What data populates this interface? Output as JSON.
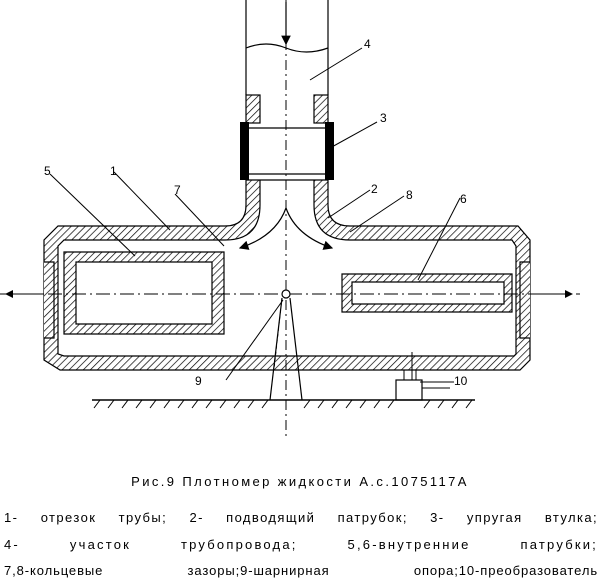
{
  "labels": {
    "l1": "1",
    "l2": "2",
    "l3": "3",
    "l4": "4",
    "l5": "5",
    "l6": "6",
    "l7": "7",
    "l8": "8",
    "l9": "9",
    "l10": "10"
  },
  "caption": "Рис.9 Плотномер жидкости А.с.1075117А",
  "legend": {
    "line1": "1- отрезок трубы; 2- подводящий патрубок; 3- упругая втулка;",
    "line2": "4- участок трубопровода; 5,6-внутренние патрубки;",
    "line3": "7,8-кольцевые зазоры;9-шарнирная опора;10-преобразователь"
  },
  "colors": {
    "line": "#000000",
    "background": "#ffffff"
  }
}
